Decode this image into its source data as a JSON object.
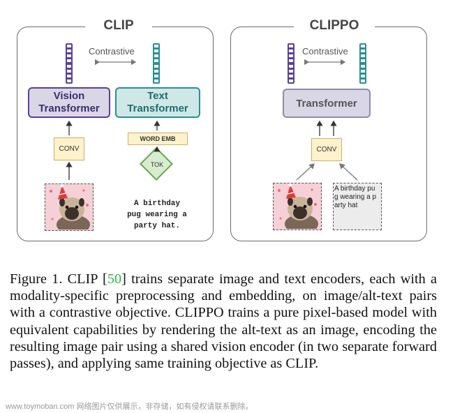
{
  "clip": {
    "title": "CLIP",
    "contrastive": "Contrastive",
    "vision_transformer": "Vision\nTransformer",
    "text_transformer": "Text\nTransformer",
    "conv": "CONV",
    "word_emb": "WORD EMB",
    "tok": "TOK",
    "alt_text": "A birthday\npug wearing a\nparty hat."
  },
  "clippo": {
    "title": "CLIPPO",
    "contrastive": "Contrastive",
    "transformer": "Transformer",
    "conv": "CONV",
    "rendered_text": "A birthday pu\ng wearing a p\narty hat"
  },
  "caption": {
    "prefix": "Figure 1.  CLIP [",
    "ref": "50",
    "body": "] trains separate image and text encoders, each with a modality-specific preprocessing and embedding, on image/alt-text pairs with a contrastive objective. CLIPPO trains a pure pixel-based model with equivalent capabilities by rendering the alt-text as an image, encoding the resulting image pair using a shared vision encoder (in two separate forward passes), and applying same training objective as CLIP."
  },
  "watermark": "www.toymoban.com 网络图片仅供展示，非存储，如有侵权请联系删除。",
  "colors": {
    "vision": "#5a3f9e",
    "text": "#2a8f93",
    "conv_fill": "#fdf2cc",
    "conv_border": "#c8b26a",
    "tok": "#6aa84f",
    "transformer_fill": "#d9d6e6"
  }
}
